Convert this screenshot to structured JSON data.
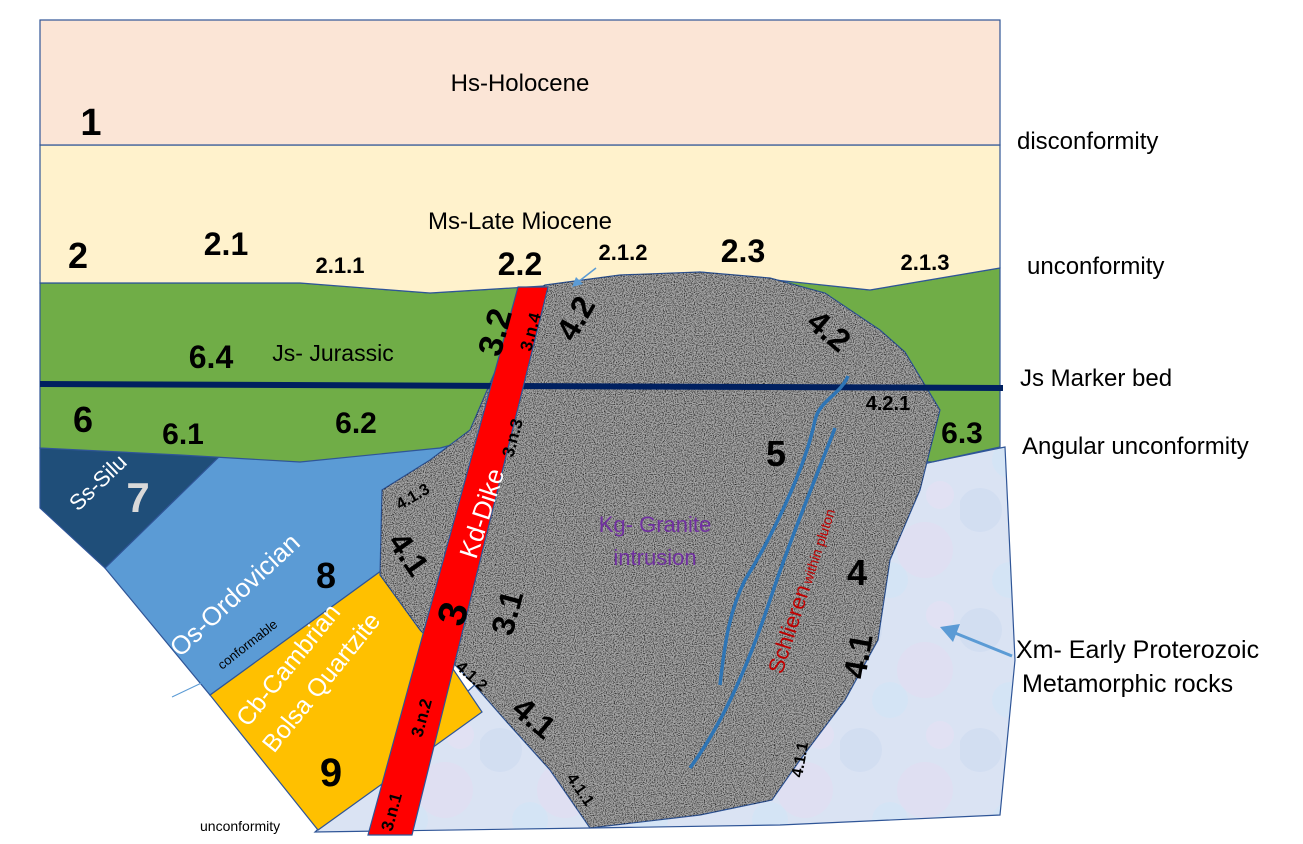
{
  "units": {
    "hs": "Hs-Holocene",
    "ms": "Ms-Late Miocene",
    "js": "Js- Jurassic",
    "ss": "Ss-Silu",
    "os": "Os-Ordovician",
    "cb_line1": "Cb-Cambrian",
    "cb_line2": "Bolsa Quartzite",
    "kd": "Kd-Dike",
    "kg_line1": "Kg- Granite",
    "kg_line2": "intrusion",
    "schlieren": "Schlieren",
    "schlieren_small": "within pluton"
  },
  "numbers": {
    "n1": "1",
    "n2": "2",
    "n2_1": "2.1",
    "n2_1_1": "2.1.1",
    "n2_2": "2.2",
    "n2_1_2": "2.1.2",
    "n2_3": "2.3",
    "n2_1_3": "2.1.3",
    "n6_4": "6.4",
    "n6": "6",
    "n6_1": "6.1",
    "n6_2": "6.2",
    "n6_3": "6.3",
    "n3_2": "3.2",
    "n3_n_4": "3.n.4",
    "n3_n_3": "3.n.3",
    "n3": "3",
    "n3_1": "3.1",
    "n3_n_2": "3.n.2",
    "n3_n_1": "3.n.1",
    "n4_2a": "4.2",
    "n4_2b": "4.2",
    "n4_2_1": "4.2.1",
    "n4_1_3": "4.1.3",
    "n4_1a": "4.1",
    "n4_1_2": "4.1.2",
    "n4_1b": "4.1",
    "n4_1_1a": "4.1.1",
    "n4_1c": "4.1",
    "n4_1_1b": "4.1.1",
    "n4": "4",
    "n5": "5",
    "n7": "7",
    "n8": "8",
    "n9": "9"
  },
  "side_labels": {
    "disconformity": "disconformity",
    "unconformity_top": "unconformity",
    "js_marker": "Js Marker bed",
    "angular": "Angular unconformity",
    "xm_line1": "Xm- Early Proterozoic",
    "xm_line2": "Metamorphic rocks",
    "conformable": "conformable",
    "unconformity_bottom": "unconformity"
  },
  "colors": {
    "holocene": "#fbe5d6",
    "miocene": "#fff2cc",
    "jurassic": "#70ad47",
    "silurian": "#1f4e79",
    "ordovician": "#5b9bd5",
    "cambrian": "#ffc000",
    "dike": "#ff0000",
    "granite_base": "#a6a6a6",
    "metamorphic": "#dae3f3",
    "marker_bed": "#002060",
    "outline": "#2f5597",
    "granite_label": "#7030a0",
    "schlieren_label": "#c00000"
  }
}
